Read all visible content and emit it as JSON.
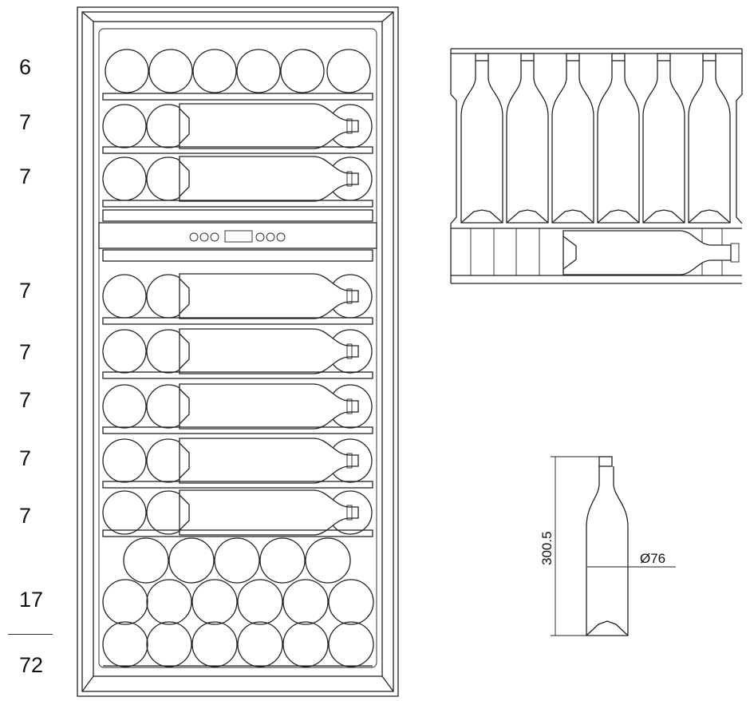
{
  "shelf_counts": [
    {
      "label": "6",
      "top": 0
    },
    {
      "label": "7"
    },
    {
      "label": "7"
    },
    {
      "label": "7"
    },
    {
      "label": "7"
    },
    {
      "label": "7"
    },
    {
      "label": "7"
    },
    {
      "label": "7"
    },
    {
      "label": "17"
    }
  ],
  "total_label": "72",
  "bottle_dims": {
    "height_label": "300.5",
    "diameter_label": "Ø76"
  }
}
